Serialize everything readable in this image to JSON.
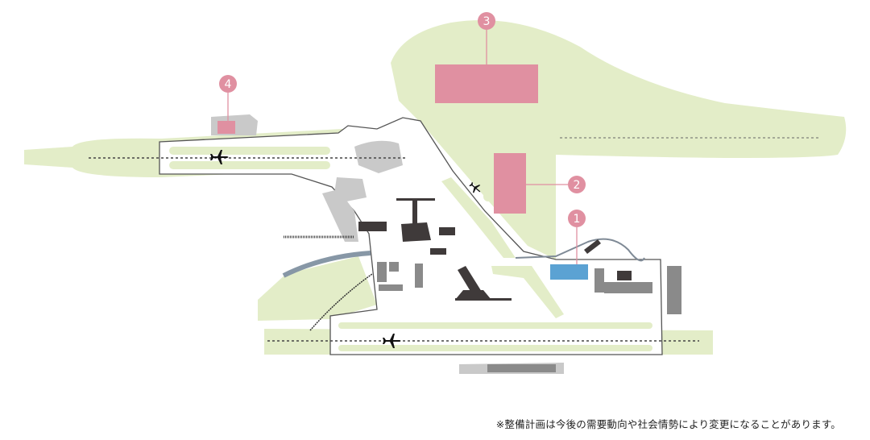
{
  "map": {
    "colors": {
      "land_green": "#e3edc8",
      "plan_pink": "#e090a1",
      "existing_blue": "#5ba2d3",
      "outline": "#555555",
      "building_dark": "#3f3a3a",
      "building_gray": "#8a8a8a"
    },
    "markers": [
      {
        "label": "1"
      },
      {
        "label": "2"
      },
      {
        "label": "3"
      },
      {
        "label": "4"
      }
    ],
    "icons": [
      "airplane-icon"
    ]
  },
  "footnote": "※整備計画は今後の需要動向や社会情勢により変更になることがあります。"
}
